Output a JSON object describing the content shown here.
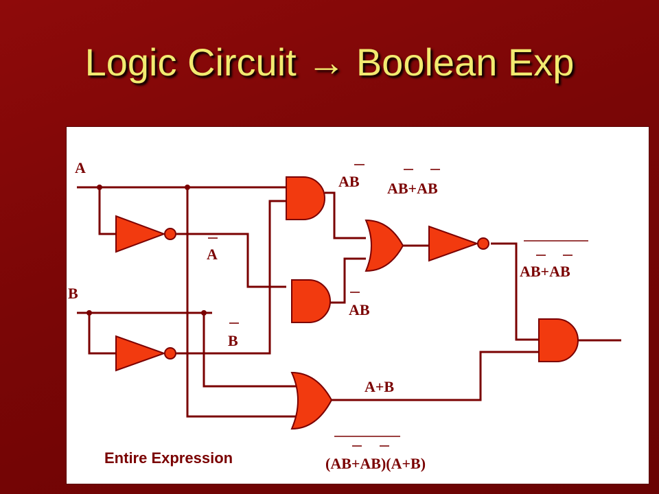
{
  "title": "Logic Circuit → Boolean Exp",
  "inputs": {
    "a": "A",
    "b": "B"
  },
  "labels": {
    "not_a": "A",
    "not_b": "B",
    "and_top": "AB",
    "and_mid": "AB",
    "or_sum": "AB+AB",
    "nor_out": "AB+AB",
    "or_ab": "A+B",
    "final": "(AB+AB)(A+B)"
  },
  "footer": "Entire Expression",
  "colors": {
    "gate": "#f23a0f",
    "wire": "#7a0000",
    "title": "#f2ea70"
  }
}
